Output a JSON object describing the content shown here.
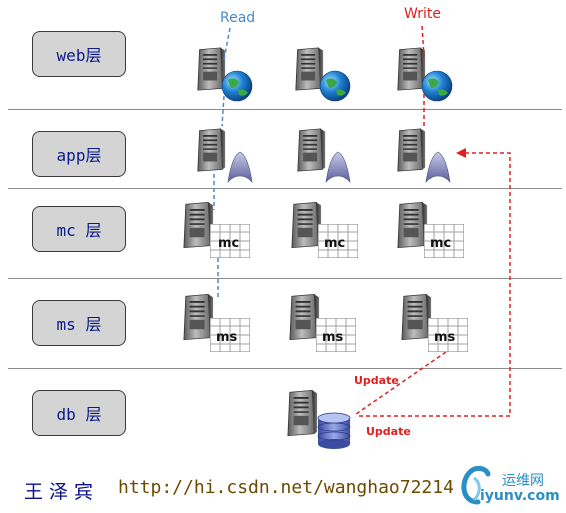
{
  "layers": [
    {
      "label": "web层"
    },
    {
      "label": "app层"
    },
    {
      "label": "mc 层"
    },
    {
      "label": "ms 层"
    },
    {
      "label": "db 层"
    }
  ],
  "icons": {
    "web": "server-globe-icon",
    "app": "server-app-icon",
    "mc": "server-memcache-icon",
    "ms": "server-ms-icon",
    "db": "server-database-icon"
  },
  "labels": {
    "mc": "mc",
    "ms": "ms"
  },
  "flows": {
    "read": "Read",
    "write": "Write",
    "update1": "Update",
    "update2": "Update"
  },
  "footer": {
    "author": "王泽宾",
    "url": "http://hi.csdn.net/wanghao72214",
    "logo_cn": "运维网",
    "logo_url": "iyunv.com"
  },
  "colors": {
    "read": "#4a8ac8",
    "write": "#e02020",
    "layer_text": "#0a1a8a"
  }
}
